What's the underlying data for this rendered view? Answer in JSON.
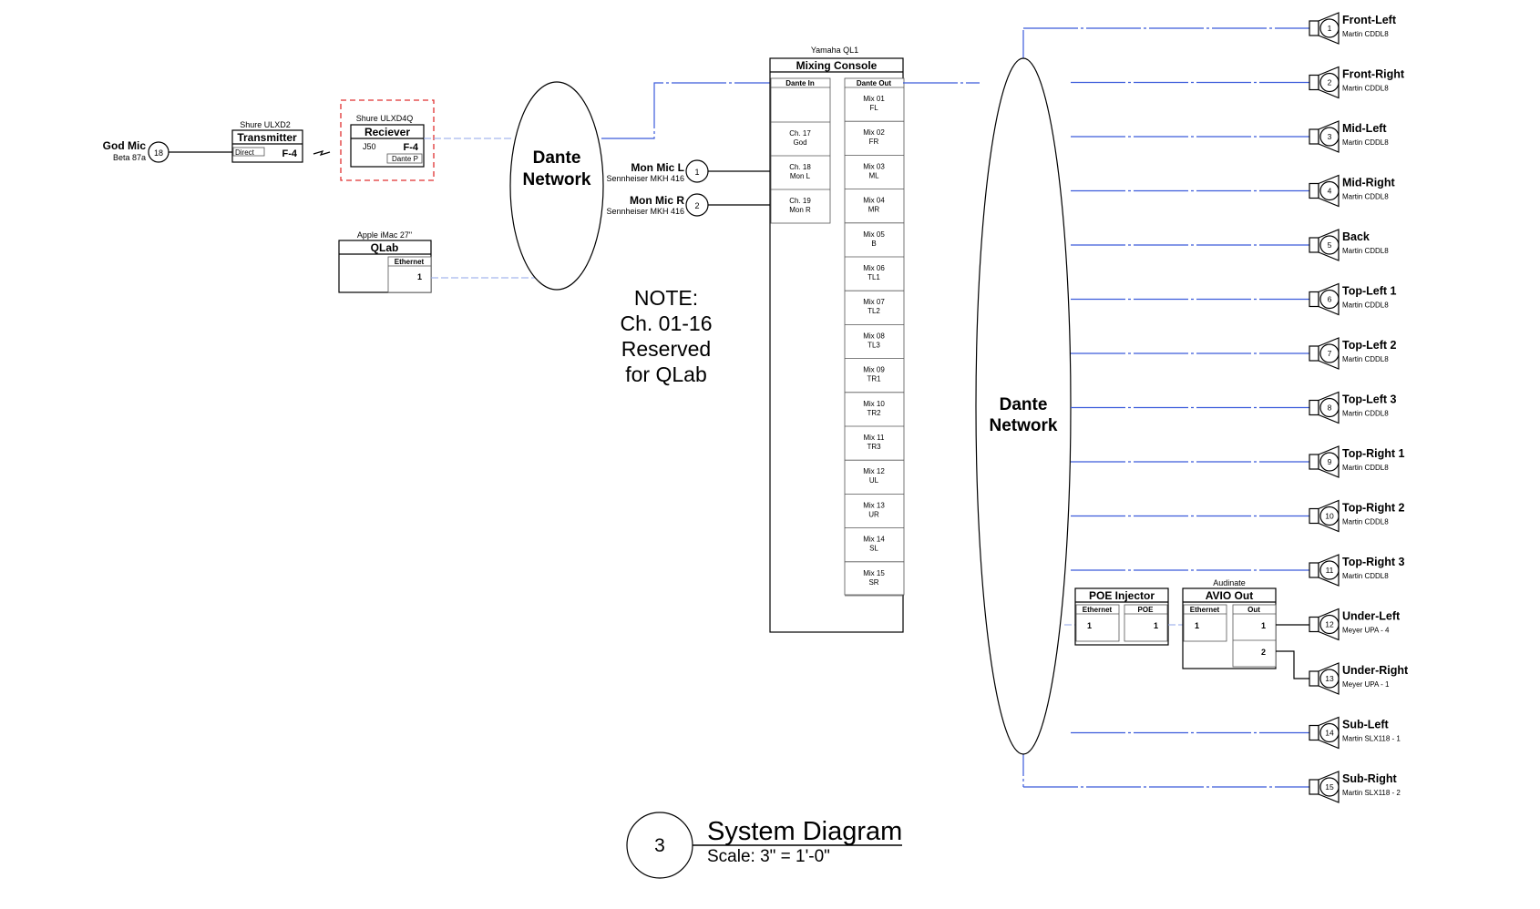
{
  "god_mic": {
    "name": "God Mic",
    "model": "Beta 87a",
    "number": "18"
  },
  "transmitter": {
    "caption": "Shure ULXD2",
    "title": "Transmitter",
    "left_label": "Direct",
    "right_label": "F-4"
  },
  "receiver": {
    "caption": "Shure ULXD4Q",
    "title": "Reciever",
    "left_label": "J50",
    "right_label": "F-4",
    "port_label": "Dante P"
  },
  "qlab": {
    "caption": "Apple iMac 27\"",
    "title": "QLab",
    "port_header": "Ethernet",
    "port_value": "1"
  },
  "dante_left": {
    "line1": "Dante",
    "line2": "Network"
  },
  "dante_right": {
    "line1": "Dante",
    "line2": "Network"
  },
  "mon_mics": [
    {
      "name": "Mon Mic L",
      "model": "Sennheiser MKH 416",
      "number": "1"
    },
    {
      "name": "Mon Mic R",
      "model": "Sennheiser MKH 416",
      "number": "2"
    }
  ],
  "note": {
    "lines": [
      "NOTE:",
      "Ch. 01-16",
      "Reserved",
      "for QLab"
    ]
  },
  "console": {
    "caption": "Yamaha QL1",
    "title": "Mixing Console",
    "dante_in_header": "Dante In",
    "dante_out_header": "Dante Out",
    "inputs": [
      {
        "ch": "Ch. 17",
        "name": "God"
      },
      {
        "ch": "Ch. 18",
        "name": "Mon L"
      },
      {
        "ch": "Ch. 19",
        "name": "Mon R"
      }
    ],
    "outputs": [
      {
        "mix": "Mix 01",
        "name": "FL"
      },
      {
        "mix": "Mix 02",
        "name": "FR"
      },
      {
        "mix": "Mix 03",
        "name": "ML"
      },
      {
        "mix": "Mix 04",
        "name": "MR"
      },
      {
        "mix": "Mix 05",
        "name": "B"
      },
      {
        "mix": "Mix 06",
        "name": "TL1"
      },
      {
        "mix": "Mix 07",
        "name": "TL2"
      },
      {
        "mix": "Mix 08",
        "name": "TL3"
      },
      {
        "mix": "Mix 09",
        "name": "TR1"
      },
      {
        "mix": "Mix 10",
        "name": "TR2"
      },
      {
        "mix": "Mix 11",
        "name": "TR3"
      },
      {
        "mix": "Mix 12",
        "name": "UL"
      },
      {
        "mix": "Mix 13",
        "name": "UR"
      },
      {
        "mix": "Mix 14",
        "name": "SL"
      },
      {
        "mix": "Mix 15",
        "name": "SR"
      }
    ]
  },
  "poe_injector": {
    "title": "POE Injector",
    "col1_header": "Ethernet",
    "col2_header": "POE",
    "col1_value": "1",
    "col2_value": "1"
  },
  "avio": {
    "caption": "Audinate",
    "title": "AVIO Out",
    "col1_header": "Ethernet",
    "col2_header": "Out",
    "col1_value": "1",
    "out_values": [
      "1",
      "2"
    ]
  },
  "speakers": [
    {
      "number": "1",
      "name": "Front-Left",
      "model": "Martin CDDL8"
    },
    {
      "number": "2",
      "name": "Front-Right",
      "model": "Martin CDDL8"
    },
    {
      "number": "3",
      "name": "Mid-Left",
      "model": "Martin CDDL8"
    },
    {
      "number": "4",
      "name": "Mid-Right",
      "model": "Martin CDDL8"
    },
    {
      "number": "5",
      "name": "Back",
      "model": "Martin CDDL8"
    },
    {
      "number": "6",
      "name": "Top-Left 1",
      "model": "Martin CDDL8"
    },
    {
      "number": "7",
      "name": "Top-Left 2",
      "model": "Martin CDDL8"
    },
    {
      "number": "8",
      "name": "Top-Left 3",
      "model": "Martin CDDL8"
    },
    {
      "number": "9",
      "name": "Top-Right 1",
      "model": "Martin CDDL8"
    },
    {
      "number": "10",
      "name": "Top-Right 2",
      "model": "Martin CDDL8"
    },
    {
      "number": "11",
      "name": "Top-Right 3",
      "model": "Martin CDDL8"
    },
    {
      "number": "12",
      "name": "Under-Left",
      "model": "Meyer UPA - 4"
    },
    {
      "number": "13",
      "name": "Under-Right",
      "model": "Meyer UPA - 1"
    },
    {
      "number": "14",
      "name": "Sub-Left",
      "model": "Martin SLX118 - 1"
    },
    {
      "number": "15",
      "name": "Sub-Right",
      "model": "Martin SLX118 - 2"
    }
  ],
  "title_block": {
    "number": "3",
    "title": "System Diagram",
    "scale": "Scale: 3\" = 1'-0\""
  }
}
